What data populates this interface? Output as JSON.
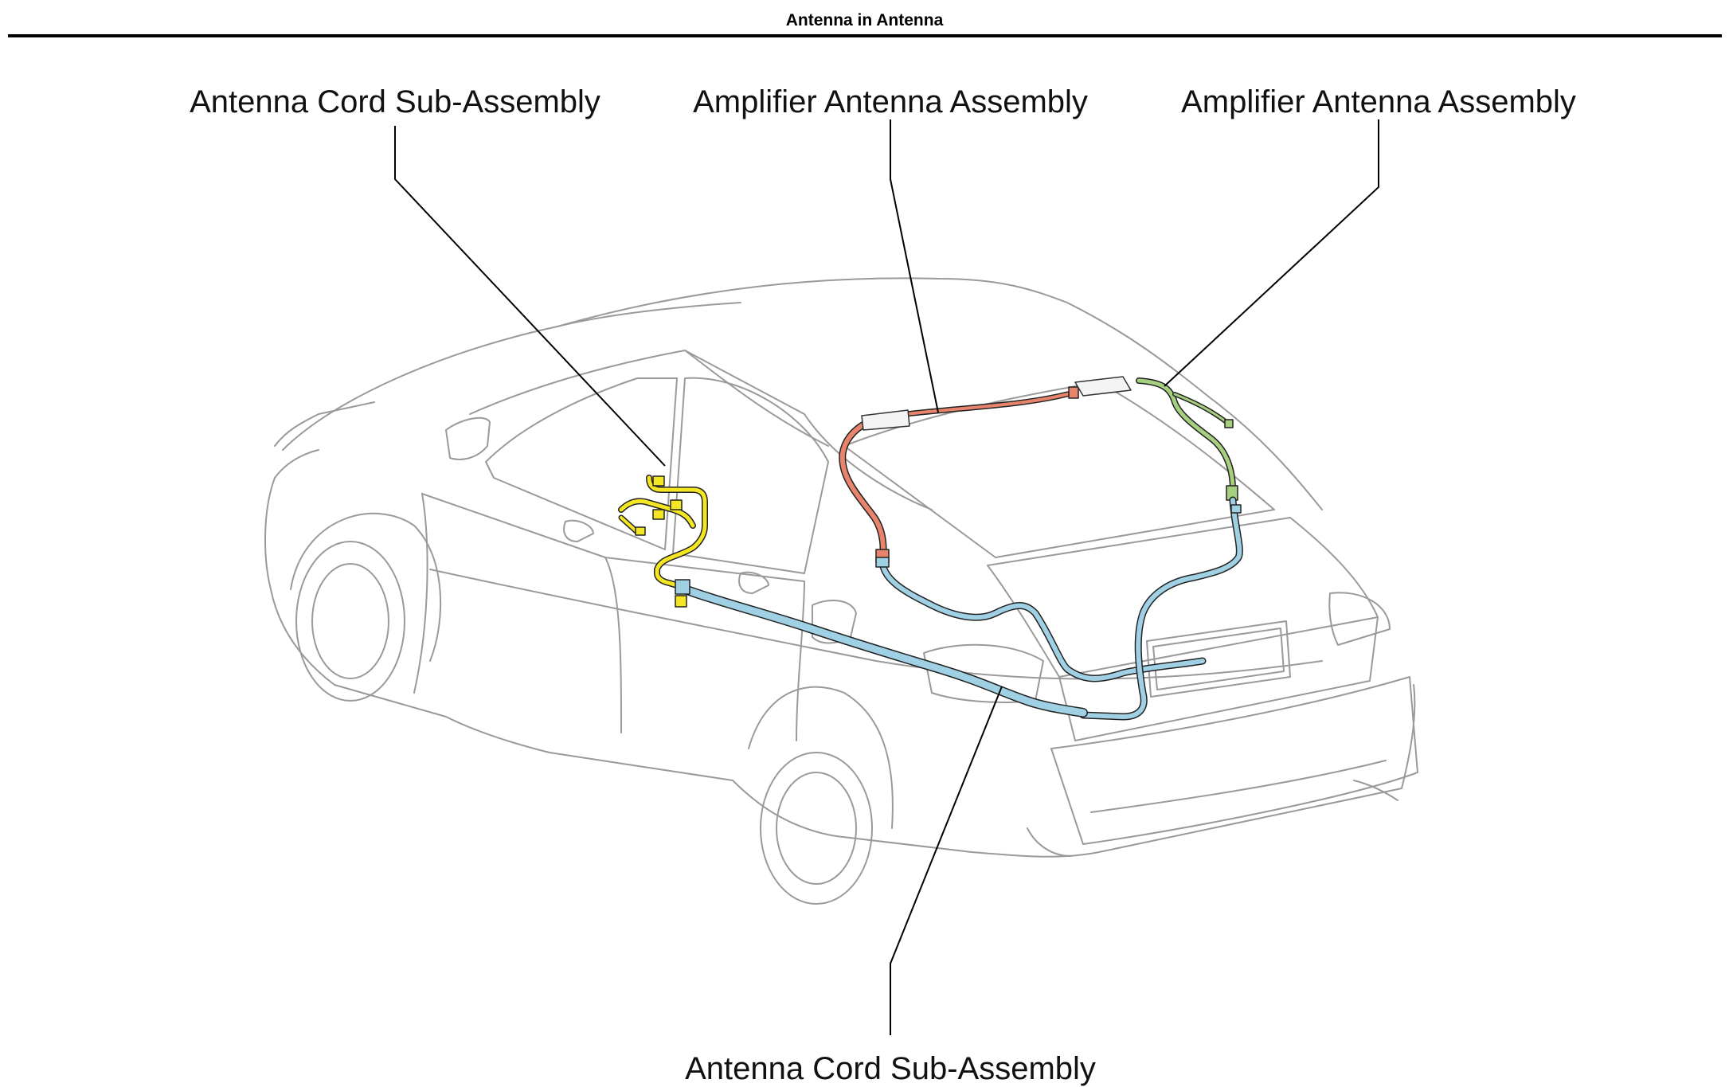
{
  "header": {
    "title": "Antenna in Antenna"
  },
  "callouts": [
    {
      "label": "Antenna Cord Sub-Assembly"
    },
    {
      "label": "Amplifier Antenna Assembly"
    },
    {
      "label": "Amplifier Antenna Assembly"
    },
    {
      "label": "Antenna Cord Sub-Assembly"
    }
  ],
  "colors": {
    "antenna_cord_front": "#f5e623",
    "amplifier_center": "#e8846c",
    "amplifier_right": "#a6cf7f",
    "antenna_cord_main": "#9fd0e4",
    "car_outline": "#9a9a9a"
  }
}
